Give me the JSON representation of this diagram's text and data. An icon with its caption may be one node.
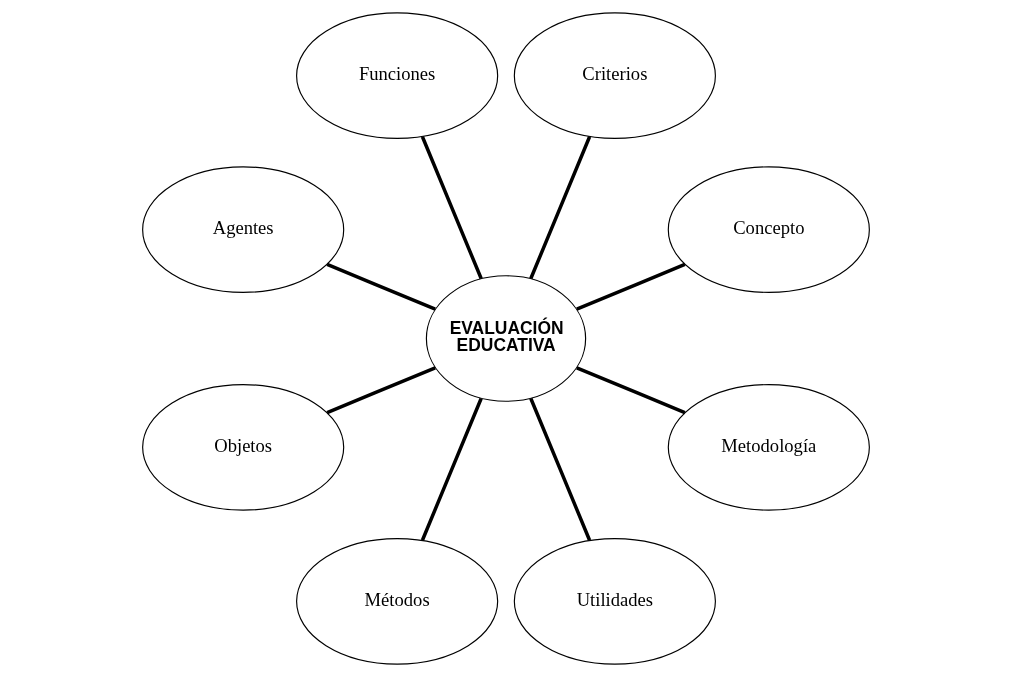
{
  "diagram": {
    "nodes": [
      {
        "text": [
          "Concepto"
        ]
      },
      {
        "text": [
          "Criterios"
        ]
      },
      {
        "text": [
          "Funciones"
        ]
      },
      {
        "text": [
          "Agentes"
        ]
      },
      {
        "text": [
          "EVALUACIÓN EDUCATIVA"
        ]
      },
      {
        "text": [
          "Objetos"
        ]
      },
      {
        "text": [
          "Métodos"
        ]
      },
      {
        "text": [
          "Utilidades"
        ]
      },
      {
        "text": [
          "Metodología"
        ]
      }
    ],
    "edges": [
      {
        "from": 4,
        "to": 0,
        "arrow": "none"
      },
      {
        "from": 4,
        "to": 2,
        "arrow": "none"
      },
      {
        "from": 4,
        "to": 5,
        "arrow": "none"
      },
      {
        "from": 4,
        "to": 7,
        "arrow": "none"
      },
      {
        "from": 4,
        "to": 8,
        "arrow": "none"
      },
      {
        "from": 4,
        "to": 6,
        "arrow": "none"
      },
      {
        "from": 4,
        "to": 3,
        "arrow": "none"
      },
      {
        "from": 4,
        "to": 1,
        "arrow": "none"
      }
    ]
  }
}
